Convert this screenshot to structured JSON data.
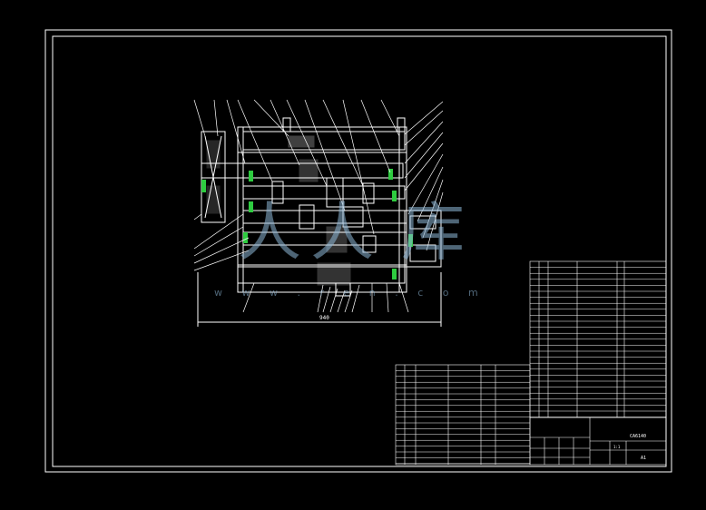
{
  "drawing": {
    "background": "#000000",
    "line_color": "#ffffff",
    "green_accent": "#2ecc40",
    "watermark_color": "#8fb8d8"
  },
  "watermark": {
    "url_text": "w w w . r e n . c o m",
    "glyphs": [
      "人",
      "人",
      "库"
    ]
  },
  "dimension": {
    "overall_width": "940"
  },
  "title_block": {
    "school_name": "",
    "drawing_no": "CA6140",
    "scale": "1:1",
    "sheet": "A1"
  }
}
